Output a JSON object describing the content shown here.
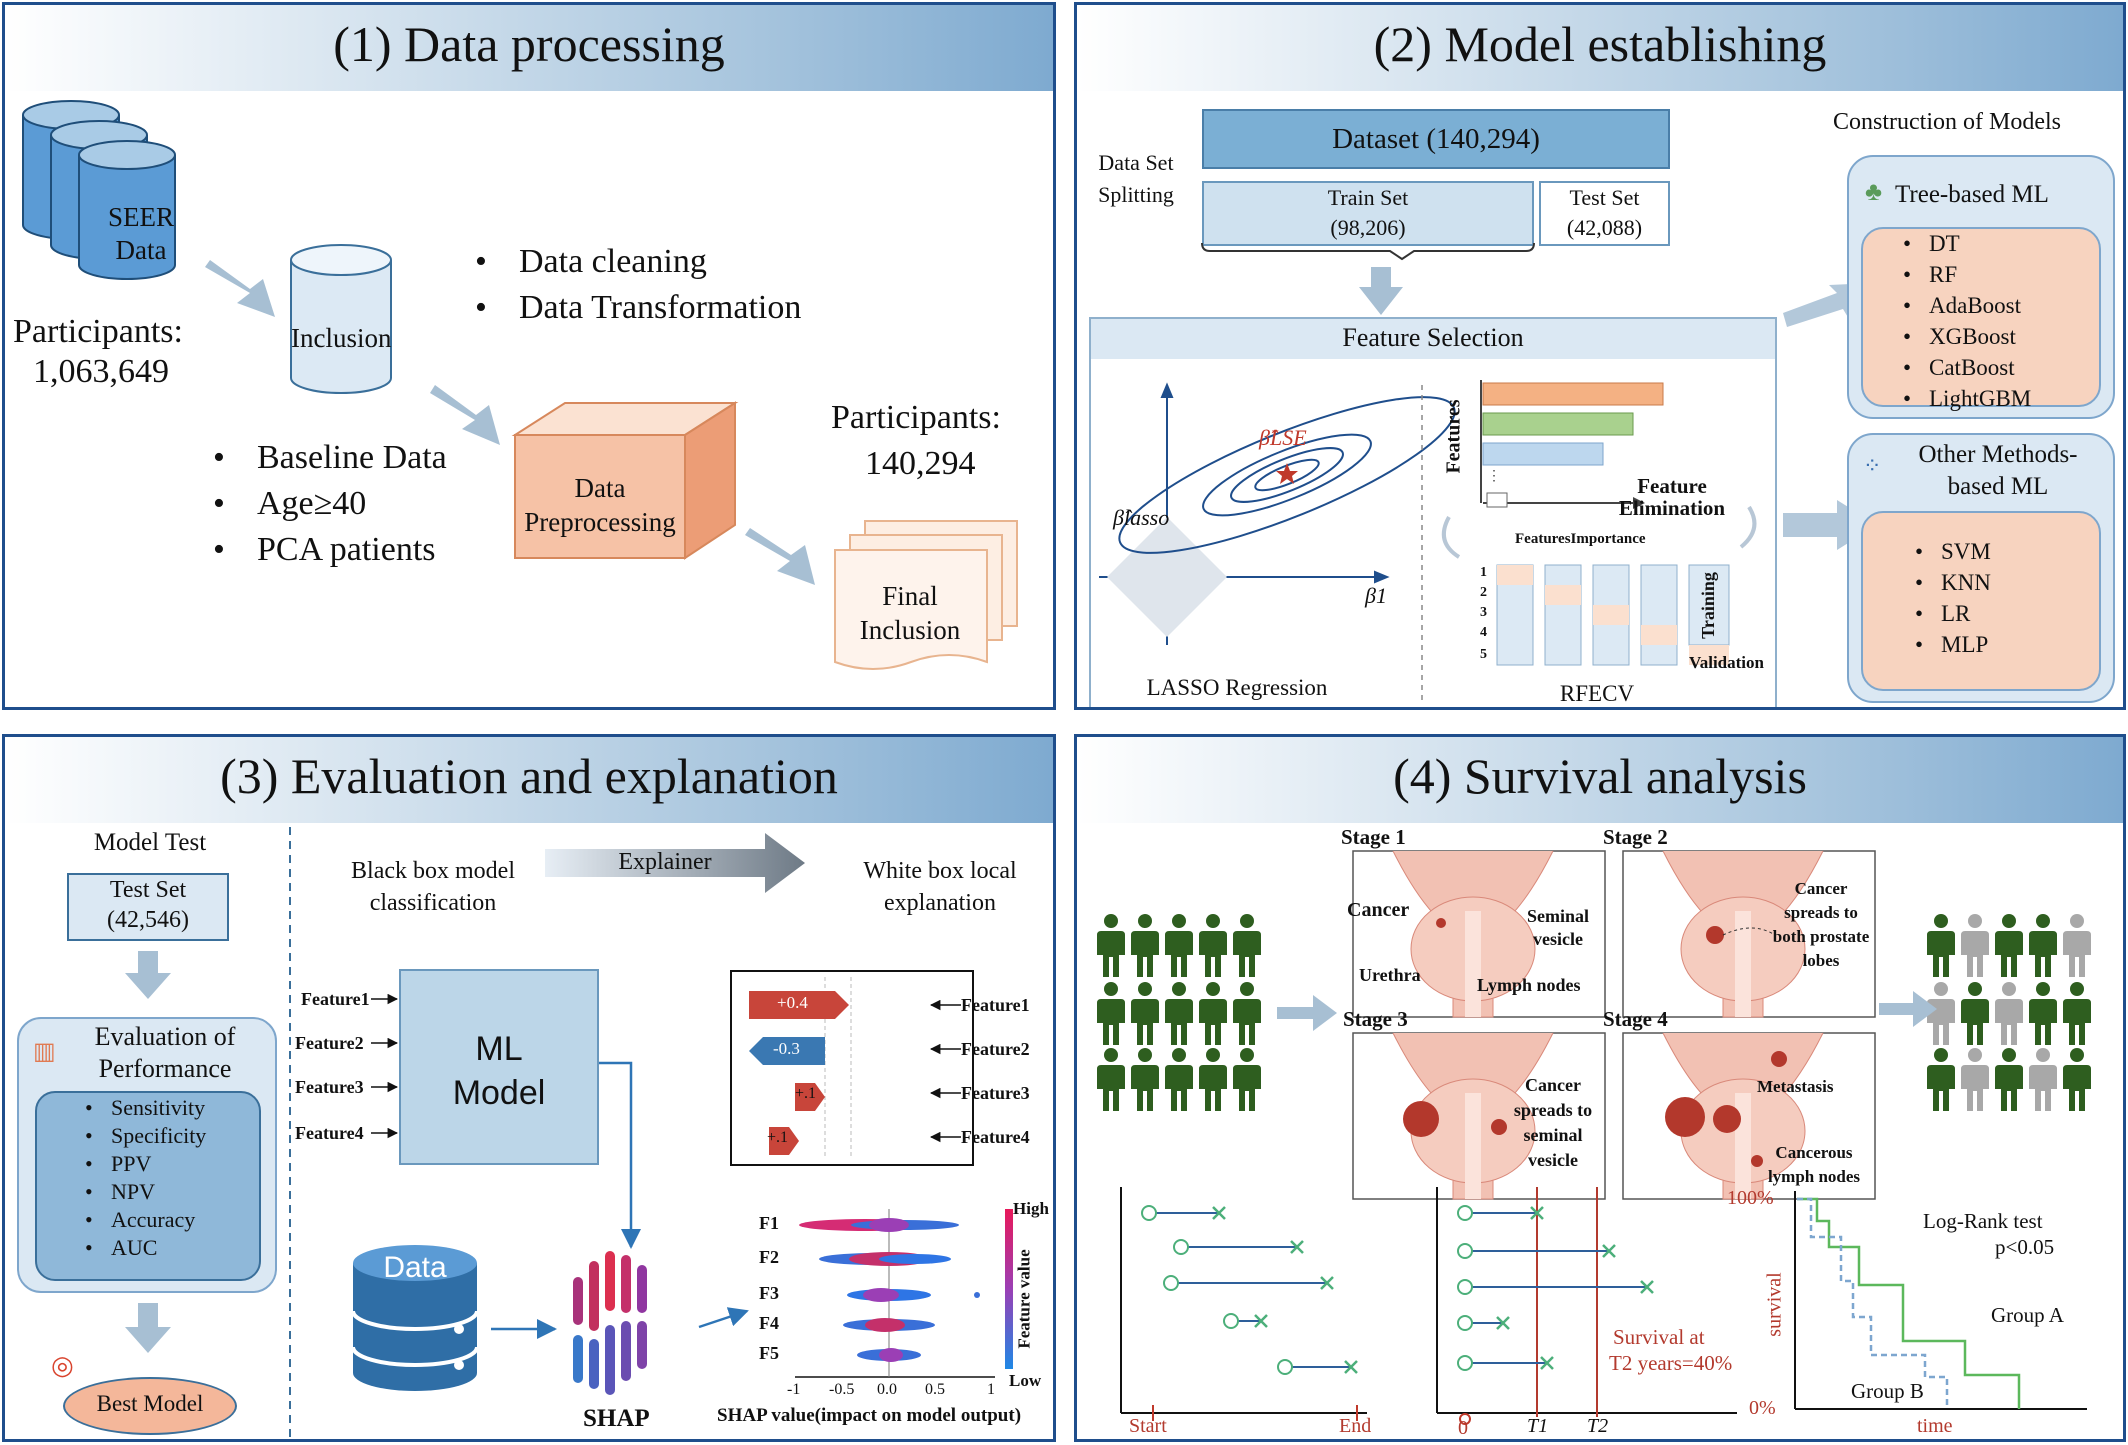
{
  "panel1": {
    "title": "(1) Data processing",
    "seer_label": "SEER Data",
    "participants_label": "Participants:",
    "participants_count": "1,063,649",
    "inclusion_label": "Inclusion",
    "criteria": [
      "Baseline Data",
      "Age≥40",
      "PCA patients"
    ],
    "processing_steps": [
      "Data cleaning",
      "Data Transformation"
    ],
    "preprocessing_label": "Data Preprocessing",
    "final_participants_label": "Participants:",
    "final_participants_count": "140,294",
    "final_inclusion_label": "Final Inclusion"
  },
  "panel2": {
    "title": "(2) Model establishing",
    "split_label": "Data Set Splitting",
    "dataset_label": "Dataset (140,294)",
    "train_label": "Train Set",
    "train_count": "(98,206)",
    "test_label": "Test Set",
    "test_count": "(42,088)",
    "feature_selection_label": "Feature Selection",
    "lasso_label": "LASSO Regression",
    "beta_lse": "β̂LSE",
    "beta_lasso": "β̂lasso",
    "beta_1": "β1",
    "features_axis": "Features",
    "feature_elimination": "Feature Elimination",
    "features_importance": "FeaturesImportance",
    "fold_numbers": [
      "1",
      "2",
      "3",
      "4",
      "5"
    ],
    "training_label": "Training",
    "validation_label": "Validation",
    "rfecv_label": "RFECV",
    "construction_label": "Construction of Models",
    "tree_label": "Tree-based ML",
    "tree_models": [
      "DT",
      "RF",
      "AdaBoost",
      "XGBoost",
      "CatBoost",
      "LightGBM"
    ],
    "other_label": "Other Methods-based ML",
    "other_models": [
      "SVM",
      "KNN",
      "LR",
      "MLP"
    ],
    "colors": {
      "header_box": "#7bafd4",
      "light_box": "#dbe8f3",
      "orange": "#f7d3bf",
      "green": "#5a9b5a"
    }
  },
  "panel3": {
    "title": "(3) Evaluation and explanation",
    "model_test_label": "Model Test",
    "test_set_label": "Test Set",
    "test_set_count": "(42,546)",
    "evaluation_label": "Evaluation of Performance",
    "metrics": [
      "Sensitivity",
      "Specificity",
      "PPV",
      "NPV",
      "Accuracy",
      "AUC"
    ],
    "best_model_label": "Best Model",
    "black_box_label": "Black box model classification",
    "explainer_label": "Explainer",
    "white_box_label": "White box local explanation",
    "ml_model_label": "ML Model",
    "input_features": [
      "Feature1",
      "Feature2",
      "Feature3",
      "Feature4"
    ],
    "data_label": "Data",
    "shap_label": "SHAP",
    "waterfall": [
      {
        "feature": "Feature1",
        "value": "+0.4"
      },
      {
        "feature": "Feature2",
        "value": "-0.3"
      },
      {
        "feature": "Feature3",
        "value": "+.1"
      },
      {
        "feature": "Feature4",
        "value": "+.1"
      }
    ],
    "beeswarm_features": [
      "F1",
      "F2",
      "F3",
      "F4",
      "F5"
    ],
    "beeswarm_ticks": [
      "-1",
      "-0.5",
      "0.0",
      "0.5",
      "1"
    ],
    "beeswarm_xlabel": "SHAP value(impact on model output)",
    "feature_value_label": "Feature value",
    "high_label": "High",
    "low_label": "Low"
  },
  "panel4": {
    "title": "(4) Survival analysis",
    "stages": [
      {
        "label": "Stage 1",
        "notes": [
          "Cancer",
          "Seminal vesicle",
          "Urethra",
          "Lymph nodes"
        ]
      },
      {
        "label": "Stage 2",
        "notes": [
          "Cancer spreads to both prostate lobes"
        ]
      },
      {
        "label": "Stage 3",
        "notes": [
          "Cancer spreads to seminal vesicle"
        ]
      },
      {
        "label": "Stage 4",
        "notes": [
          "Metastasis",
          "Cancerous lymph nodes"
        ]
      }
    ],
    "start_label": "Start",
    "end_label": "End",
    "zero_label": "0",
    "t1_label": "T1",
    "t2_label": "T2",
    "survival_note_1": "Survival at",
    "survival_note_2": "T2 years=40%",
    "km_100": "100%",
    "km_0": "0%",
    "km_ylabel": "survival",
    "km_xlabel": "time",
    "logrank_label": "Log-Rank test",
    "pvalue_label": "p<0.05",
    "group_a": "Group A",
    "group_b": "Group B"
  }
}
